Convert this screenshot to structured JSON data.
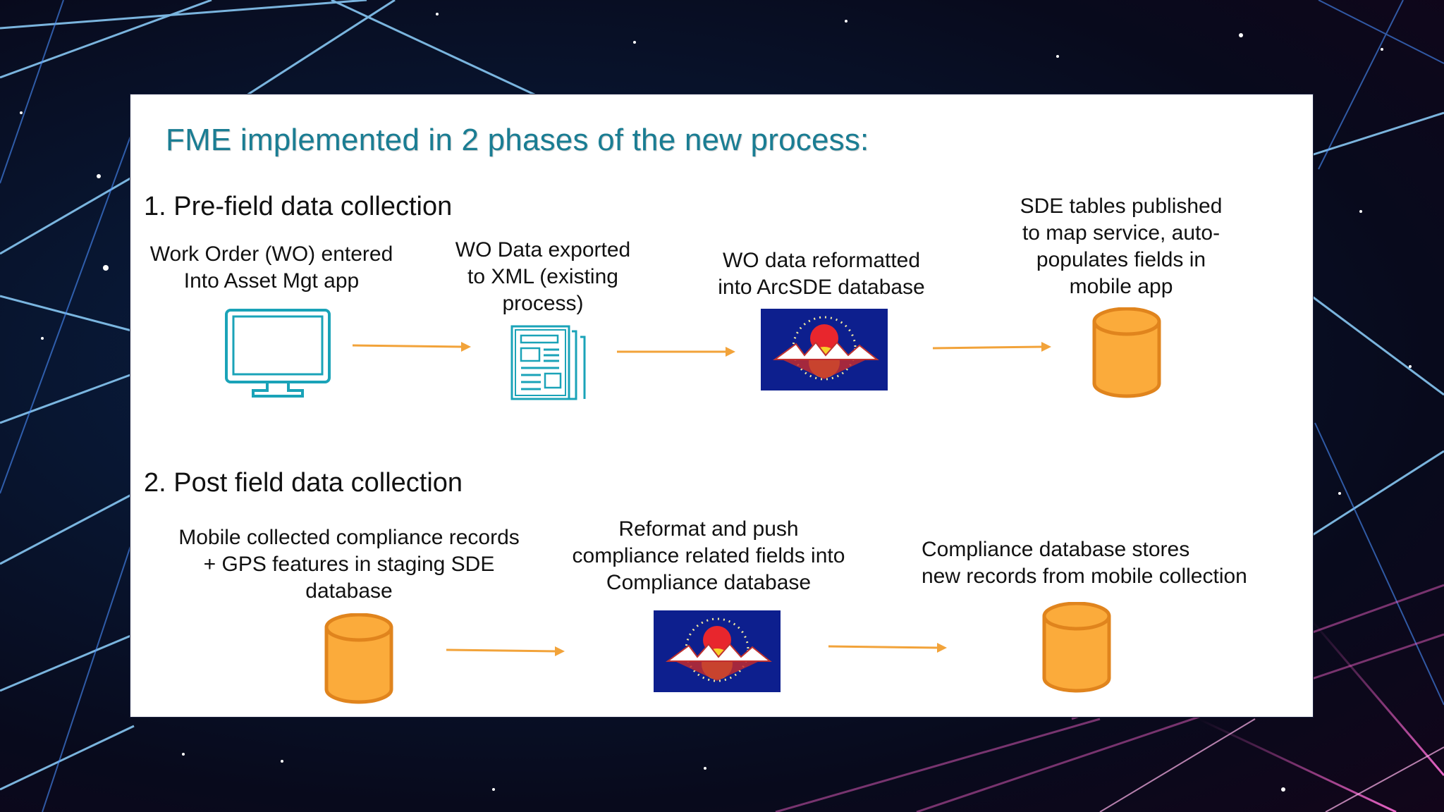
{
  "slide": {
    "title": "FME implemented in 2 phases of the new process:"
  },
  "phases": [
    {
      "heading": "1. Pre-field data collection",
      "steps": [
        {
          "label": "Work Order (WO) entered\nInto Asset Mgt app",
          "icon": "computer-monitor-icon"
        },
        {
          "label": "WO Data exported\nto XML (existing\nprocess)",
          "icon": "document-icon"
        },
        {
          "label": "WO data reformatted\ninto ArcSDE database",
          "icon": "fme-logo"
        },
        {
          "label": "SDE tables published\nto map service, auto-\npopulates fields in\nmobile app",
          "icon": "database-icon"
        }
      ]
    },
    {
      "heading": "2. Post field data collection",
      "steps": [
        {
          "label": "Mobile collected compliance records\n+ GPS features in staging SDE\ndatabase",
          "icon": "database-icon"
        },
        {
          "label": "Reformat and push\ncompliance related fields into\nCompliance database",
          "icon": "fme-logo"
        },
        {
          "label": "Compliance database stores\nnew records from mobile collection",
          "icon": "database-icon"
        }
      ]
    }
  ],
  "colors": {
    "title_text": "#1a7d93",
    "icon_teal": "#1aa3b8",
    "database_fill": "#fbab3b",
    "database_stroke": "#e0841d",
    "arrow": "#f2a33a",
    "fme_navy": "#0d1f8e"
  }
}
